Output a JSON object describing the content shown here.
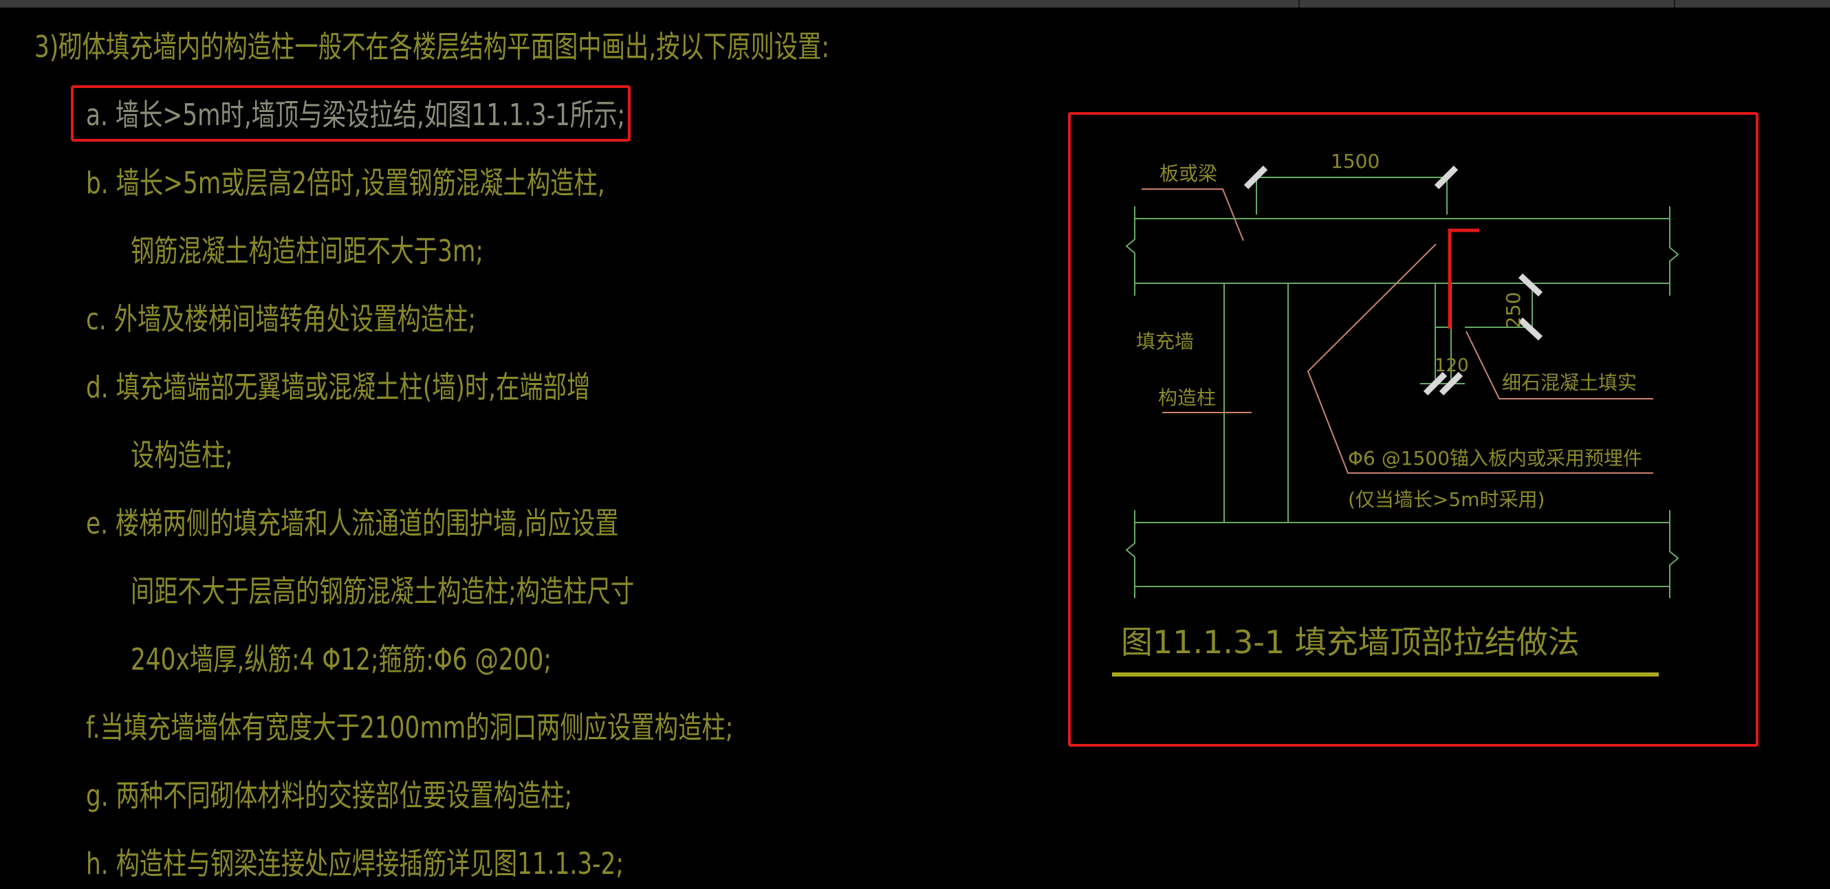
{
  "spec": {
    "heading": "3)砌体填充墙内的构造柱一般不在各楼层结构平面图中画出,按以下原则设置:",
    "items": [
      "a. 墙长>5m时,墙顶与梁设拉结,如图11.1.3-1所示;",
      "b. 墙长>5m或层高2倍时,设置钢筋混凝土构造柱,",
      "钢筋混凝土构造柱间距不大于3m;",
      "c. 外墙及楼梯间墙转角处设置构造柱;",
      "d. 填充墙端部无翼墙或混凝土柱(墙)时,在端部增",
      "设构造柱;",
      "e. 楼梯两侧的填充墙和人流通道的围护墙,尚应设置",
      "间距不大于层高的钢筋混凝土构造柱;构造柱尺寸",
      "240x墙厚,纵筋:4 Φ12;箍筋:Φ6 @200;",
      "f.当填充墙墙体有宽度大于2100mm的洞口两侧应设置构造柱;",
      "g. 两种不同砌体材料的交接部位要设置构造柱;",
      "h. 构造柱与钢梁连接处应焊接插筋详见图11.1.3-2;"
    ]
  },
  "figure": {
    "label_slab": "板或梁",
    "dim_top": "1500",
    "dim_side": "250",
    "dim_bottom": "120",
    "label_wall": "填充墙",
    "label_column": "构造柱",
    "label_concrete": "细石混凝土填实",
    "label_rebar": "Φ6 @1500锚入板内或采用预埋件",
    "label_note": "(仅当墙长>5m时采用)",
    "caption": "图11.1.3-1  填充墙顶部拉结做法"
  },
  "colors": {
    "background": "#000000",
    "text_yellow": "#8a8a2a",
    "text_gray": "#8c8c7a",
    "highlight_red": "#e11919",
    "line_green": "#66aa66",
    "line_salmon": "#c8826e",
    "caption_underline": "#a8a820"
  }
}
